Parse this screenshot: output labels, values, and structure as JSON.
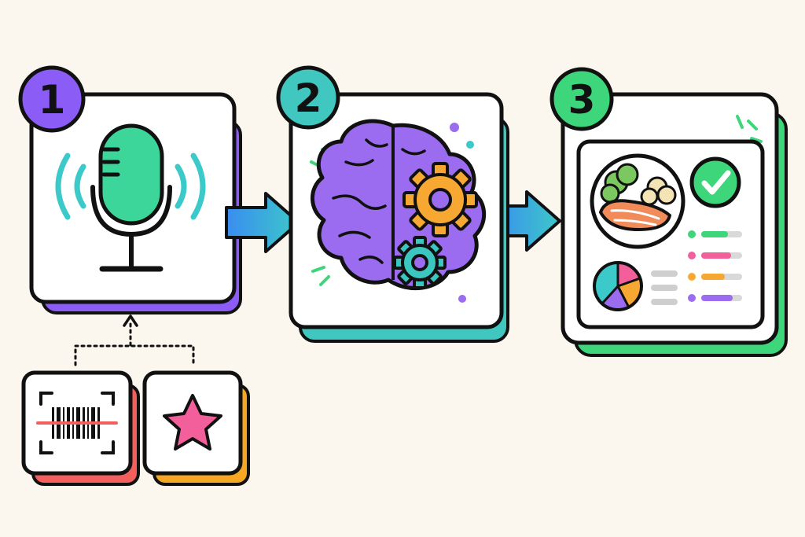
{
  "steps": [
    {
      "number": "1",
      "icon": "microphone-icon",
      "accent": "#8B5CF6"
    },
    {
      "number": "2",
      "icon": "brain-gear-icon",
      "accent": "#40C7C0"
    },
    {
      "number": "3",
      "icon": "meal-report-icon",
      "accent": "#3DD67A"
    }
  ],
  "inputs": [
    {
      "icon": "barcode-scan-icon",
      "accent": "#F25F5C"
    },
    {
      "icon": "star-icon",
      "accent": "#F5A623"
    }
  ],
  "colors": {
    "background": "#FBF7EE",
    "outline": "#111111",
    "card": "#FFFFFF",
    "mic": "#3DD69A",
    "waves": "#3CC9C9",
    "brain": "#9B6CF0",
    "gear_orange": "#F7A833",
    "gear_teal": "#3CC6C0",
    "arrow_start": "#3A8DF0",
    "arrow_end": "#3CC8C9",
    "check": "#3DD67A",
    "salmon": "#F28B5A",
    "broccoli": "#7BC860",
    "rice": "#F3E3B5",
    "pie": [
      "#3CC9C9",
      "#F25F9B",
      "#F7A833",
      "#9B6CF0"
    ],
    "bars": [
      "#3DD67A",
      "#F25F9B",
      "#F7A833",
      "#9B6CF0"
    ]
  }
}
